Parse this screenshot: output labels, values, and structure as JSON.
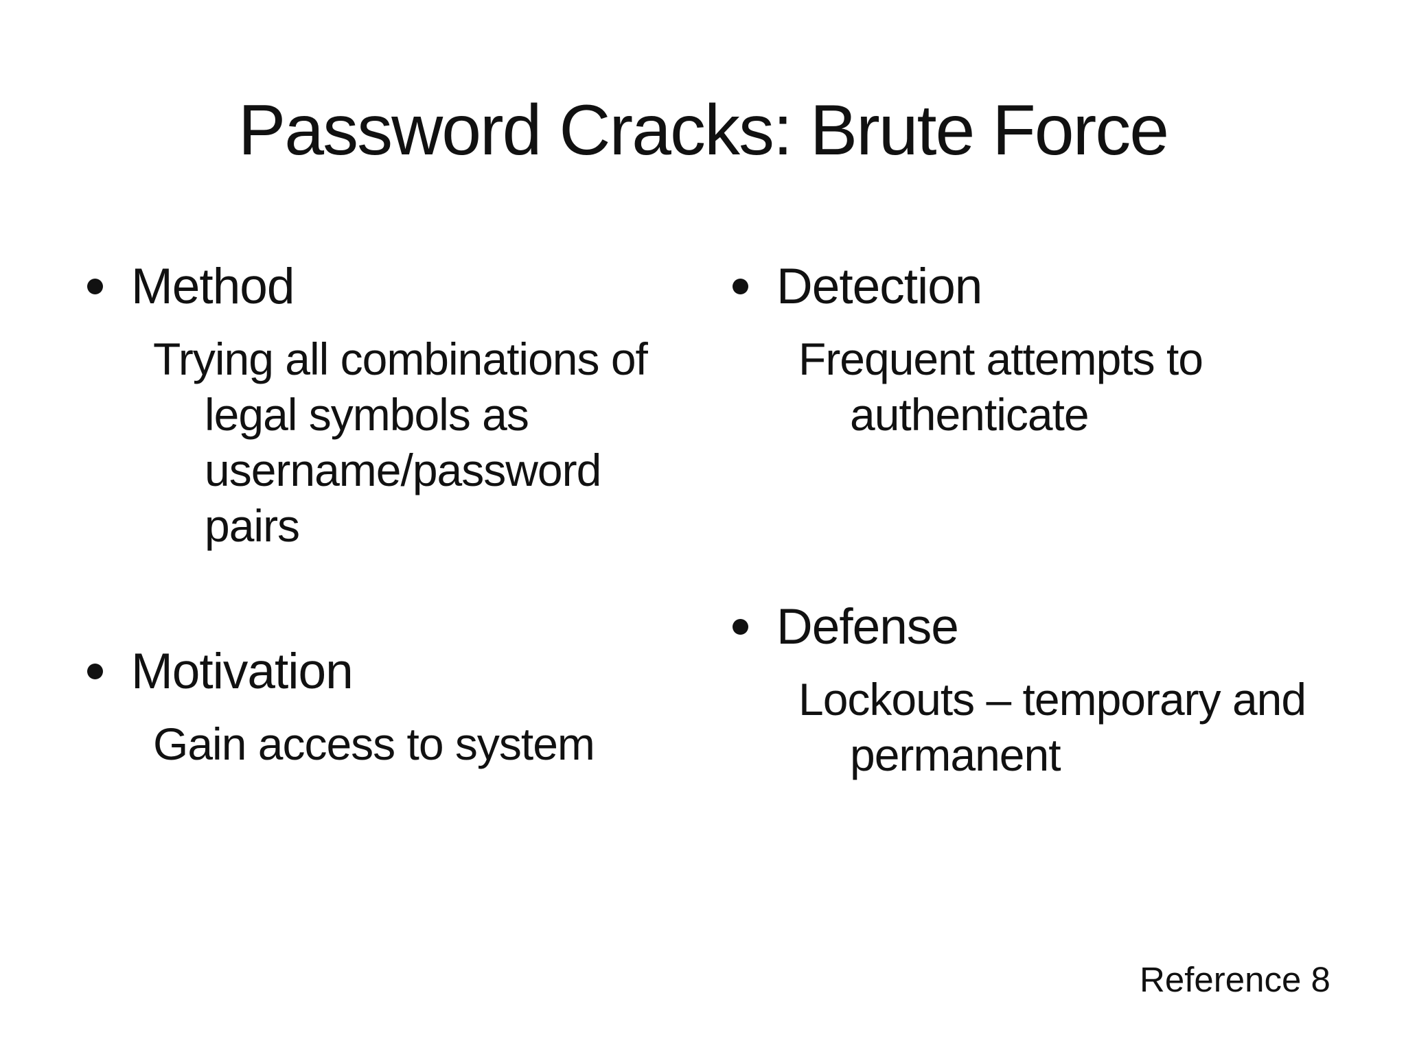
{
  "slide": {
    "title": "Password Cracks: Brute Force",
    "columns": [
      {
        "items": [
          {
            "header": "Method",
            "body_lines": [
              "Trying all combinations of",
              "legal symbols as",
              "username/password",
              "pairs"
            ]
          },
          {
            "header": "Motivation",
            "body_lines": [
              "Gain access to system"
            ]
          }
        ]
      },
      {
        "items": [
          {
            "header": "Detection",
            "body_lines": [
              "Frequent attempts to",
              "authenticate"
            ]
          },
          {
            "header": "Defense",
            "body_lines": [
              "Lockouts – temporary and",
              "permanent"
            ]
          }
        ]
      }
    ],
    "footer": "Reference 8",
    "colors": {
      "background": "#ffffff",
      "text": "#111111"
    }
  }
}
